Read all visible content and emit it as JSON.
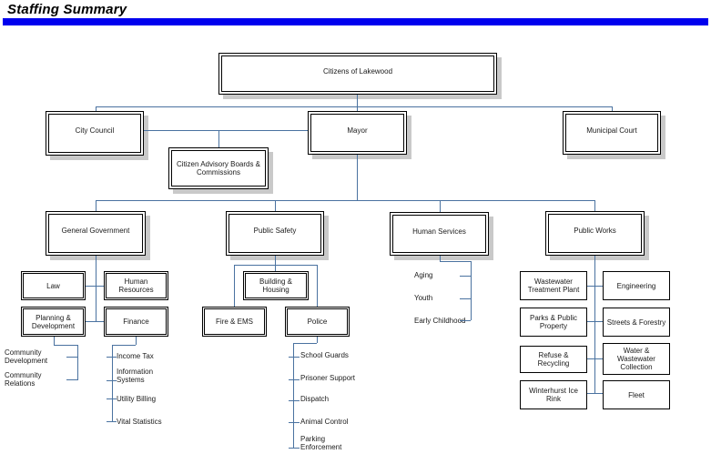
{
  "page": {
    "title": "Staffing Summary",
    "colors": {
      "accent_bar": "#0000EE",
      "connector": "#4A72A0",
      "box_shadow": "#C9C9C9"
    }
  },
  "org": {
    "root": "Citizens of Lakewood",
    "level1": [
      "City Council",
      "Mayor",
      "Municipal Court"
    ],
    "advisory": "Citizen Advisory Boards & Commissions",
    "departments": [
      {
        "name": "General Government",
        "divisions": [
          "Law",
          "Human Resources",
          "Planning & Development",
          "Finance"
        ],
        "planning_units": [
          "Community Development",
          "Community Relations"
        ],
        "finance_units": [
          "Income Tax",
          "Information Systems",
          "Utility Billing",
          "Vital Statistics"
        ]
      },
      {
        "name": "Public Safety",
        "divisions": [
          "Building & Housing",
          "Fire & EMS",
          "Police"
        ],
        "police_units": [
          "School Guards",
          "Prisoner Support",
          "Dispatch",
          "Animal Control",
          "Parking Enforcement"
        ]
      },
      {
        "name": "Human Services",
        "units": [
          "Aging",
          "Youth",
          "Early Childhood"
        ]
      },
      {
        "name": "Public Works",
        "divisions": [
          "Wastewater Treatment Plant",
          "Engineering",
          "Parks & Public Property",
          "Streets & Forestry",
          "Refuse & Recycling",
          "Water & Wastewater Collection",
          "Winterhurst Ice Rink",
          "Fleet"
        ]
      }
    ]
  }
}
